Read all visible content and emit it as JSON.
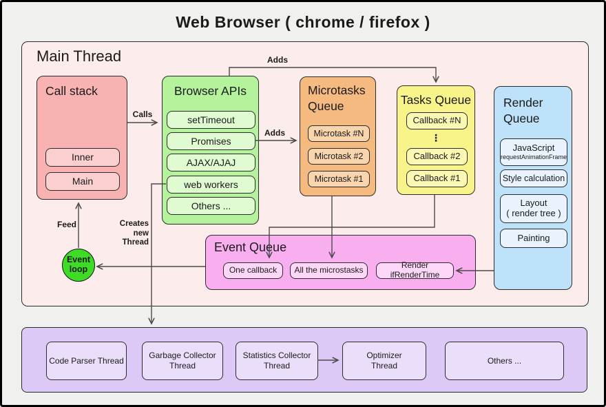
{
  "title": "Web Browser ( chrome / firefox )",
  "main_thread": {
    "label": "Main Thread",
    "call_stack": {
      "title": "Call stack",
      "items": [
        "Inner",
        "Main"
      ]
    },
    "browser_apis": {
      "title": "Browser APIs",
      "items": [
        "setTimeout",
        "Promises",
        "AJAX/AJAJ",
        "web workers",
        "Others ..."
      ]
    },
    "microtasks_queue": {
      "title": "Microtasks Queue",
      "items": [
        "Microtask #N",
        "Microtask #2",
        "Microtask #1"
      ]
    },
    "tasks_queue": {
      "title": "Tasks Queue",
      "dots": "⋮",
      "items": [
        "Callback #N",
        "Callback #2",
        "Callback #1"
      ]
    },
    "render_queue": {
      "title": "Render Queue",
      "items": [
        [
          "JavaScript",
          "requestAnimationFrame"
        ],
        [
          "Style calculation"
        ],
        [
          "Layout",
          "( render tree )"
        ],
        [
          "Painting"
        ]
      ]
    },
    "event_queue": {
      "title": "Event Queue",
      "items": [
        "One callback",
        "All the microstasks",
        "Render ifRenderTime"
      ]
    },
    "event_loop": {
      "lines": [
        "Event",
        "loop"
      ]
    },
    "arrow_labels": {
      "calls": "Calls",
      "adds_top": "Adds",
      "adds_mid": "Adds",
      "feed": "Feed",
      "creates": [
        "Creates",
        "new",
        "Thread"
      ]
    }
  },
  "worker_threads": {
    "items": [
      [
        "Code Parser Thread"
      ],
      [
        "Garbage Collector",
        "Thread"
      ],
      [
        "Statistics Collector",
        "Thread"
      ],
      [
        "Optimizer",
        "Thread"
      ],
      [
        "Others ..."
      ]
    ]
  },
  "colors": {
    "page_bg": "#f0f0ef",
    "main_thread_fill": "#fdecec",
    "call_stack_fill": "#f8b2b2",
    "call_stack_item_fill": "#fbcfcf",
    "browser_apis_fill": "#b5f29c",
    "browser_apis_item_fill": "#e0fbd2",
    "microtasks_fill": "#f5ba80",
    "microtasks_item_fill": "#f8d5ad",
    "tasks_fill": "#f8f48a",
    "tasks_item_fill": "#fbf8b4",
    "render_fill": "#bee2f9",
    "render_item_fill": "#e8f3fd",
    "event_queue_fill": "#f9aef0",
    "event_queue_item_fill": "#fcd7f8",
    "event_loop_fill": "#3fdc26",
    "workers_fill": "#dcc9f6",
    "workers_item_fill": "#eadefa",
    "border": "#2b2b2b",
    "arrow": "#4a4a4a"
  }
}
